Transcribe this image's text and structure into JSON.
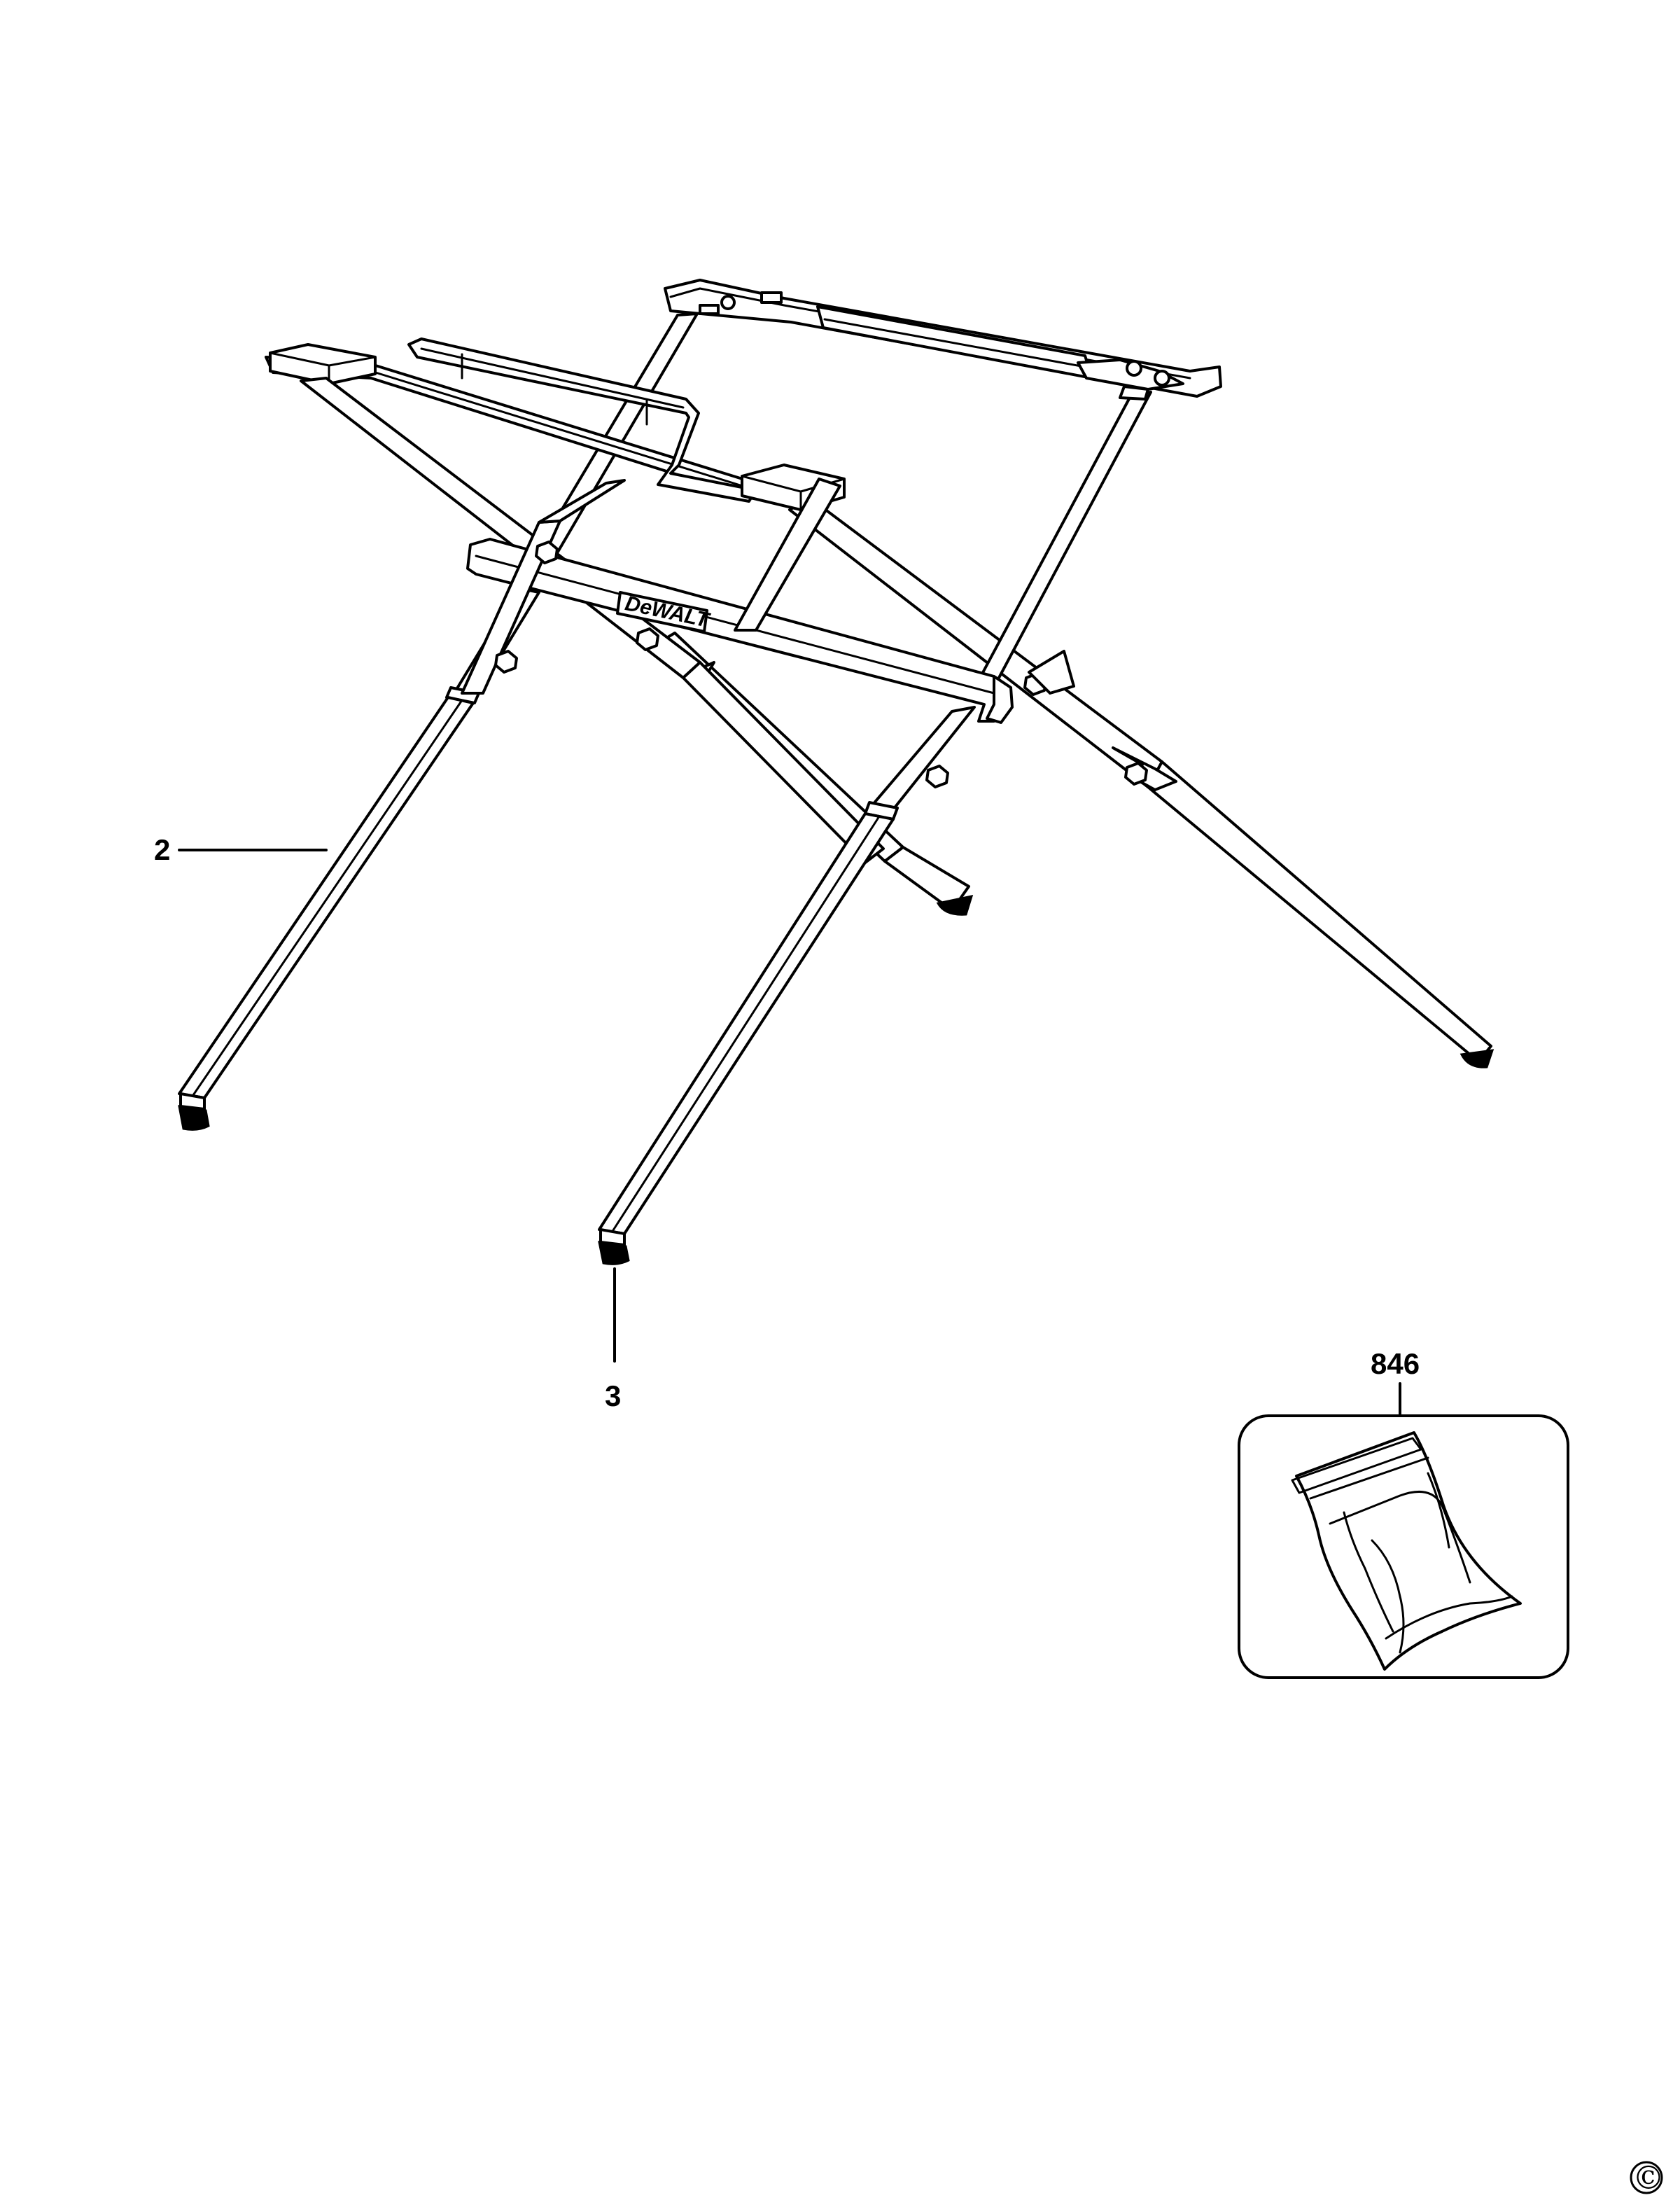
{
  "brand_text": "DeWALT",
  "callouts": [
    {
      "id": "leg-left",
      "label": "2"
    },
    {
      "id": "foot-front",
      "label": "3"
    },
    {
      "id": "parts-bag",
      "label": "846"
    }
  ],
  "copyright_symbol": "©",
  "colors": {
    "line": "#000000",
    "background": "#ffffff"
  }
}
